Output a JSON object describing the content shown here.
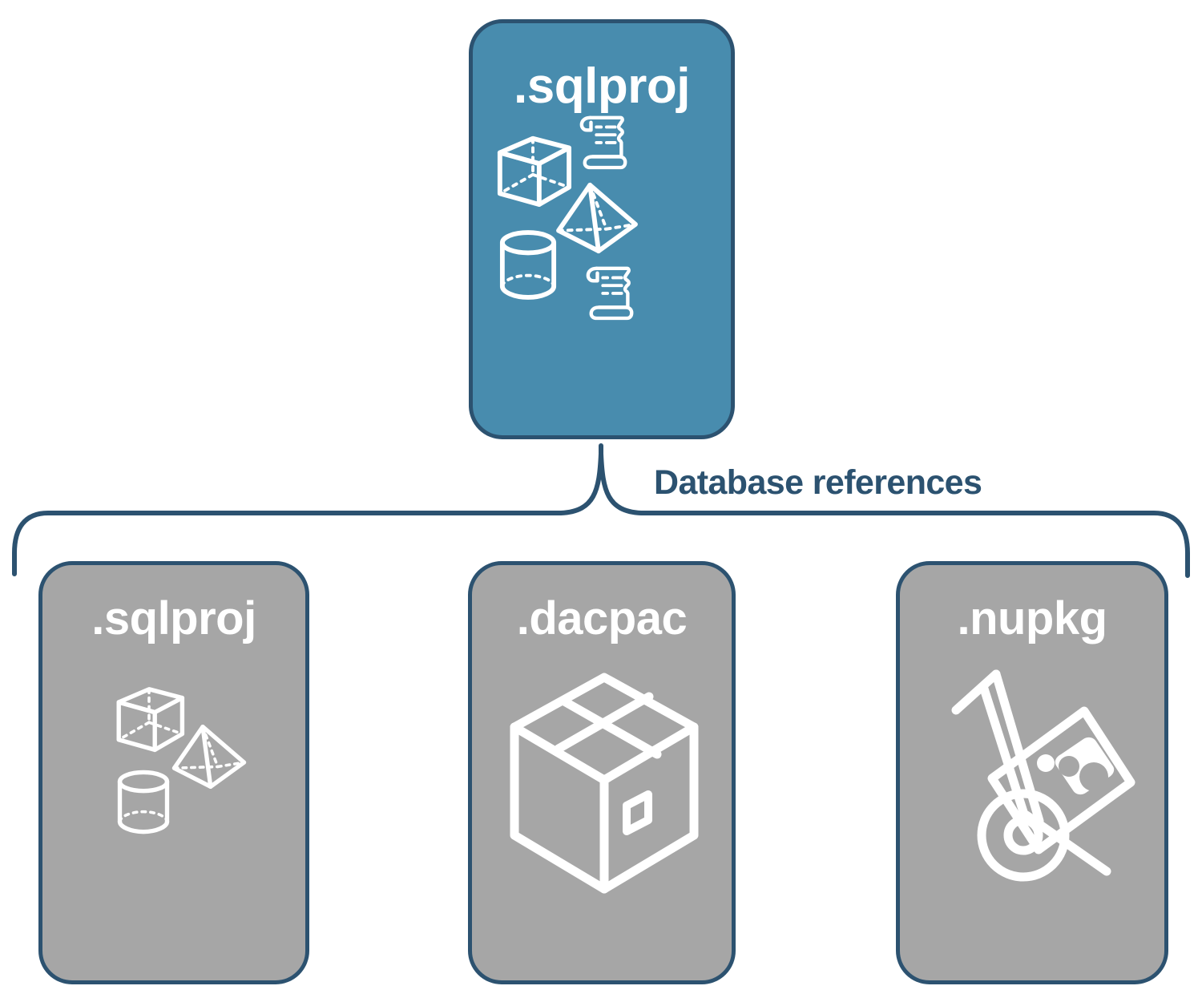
{
  "diagram": {
    "title": "Database references diagram",
    "colors": {
      "primary_fill": "#488cae",
      "secondary_fill": "#a6a6a6",
      "stroke": "#2c5270",
      "icon": "#ffffff",
      "background": "#ffffff",
      "label_text": "#2c5270"
    },
    "connector": {
      "type": "curly-brace",
      "label": "Database references",
      "direction": "one-to-many",
      "from": "root-card",
      "to": [
        "reference-card-sqlproj",
        "reference-card-dacpac",
        "reference-card-nupkg"
      ]
    },
    "root": {
      "id": "root-card",
      "title": ".sqlproj",
      "fill": "primary",
      "icons": [
        "cube-wireframe-icon",
        "scroll-icon",
        "pyramid-wireframe-icon",
        "cylinder-wireframe-icon",
        "scroll-icon"
      ]
    },
    "references": [
      {
        "id": "reference-card-sqlproj",
        "title": ".sqlproj",
        "fill": "secondary",
        "icons": [
          "cube-wireframe-icon",
          "pyramid-wireframe-icon",
          "cylinder-wireframe-icon"
        ]
      },
      {
        "id": "reference-card-dacpac",
        "title": ".dacpac",
        "fill": "secondary",
        "icons": [
          "package-box-icon"
        ]
      },
      {
        "id": "reference-card-nupkg",
        "title": ".nupkg",
        "fill": "secondary",
        "icons": [
          "hand-truck-nuget-icon"
        ]
      }
    ]
  }
}
